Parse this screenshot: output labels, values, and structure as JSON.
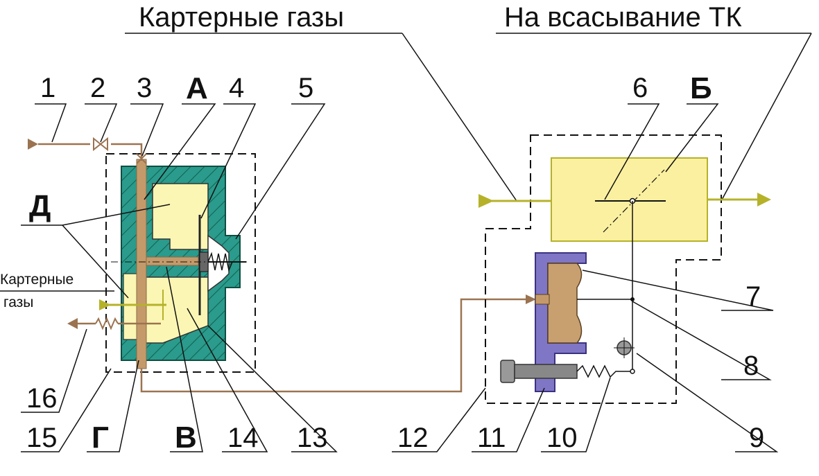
{
  "titles": {
    "crankcase_gases": "Картерные газы",
    "to_tc_intake": "На всасывание ТК"
  },
  "side_label": {
    "line1": "Картерные",
    "line2": "газы"
  },
  "numbers": {
    "n1": "1",
    "n2": "2",
    "n3": "3",
    "n4": "4",
    "n5": "5",
    "n6": "6",
    "n7": "7",
    "n8": "8",
    "n9": "9",
    "n10": "10",
    "n11": "11",
    "n12": "12",
    "n13": "13",
    "n14": "14",
    "n15": "15",
    "n16": "16"
  },
  "letters": {
    "A": "А",
    "B": "Б",
    "V": "В",
    "G": "Г",
    "D": "Д"
  },
  "colors": {
    "housing": "#2a9b8c",
    "cavity": "#fbf6b4",
    "channel": "#c59a6a",
    "pipe": "#9b7350",
    "gas_line": "#b5b22a",
    "damper_body": "#fbf0a0",
    "lever": "#8076c6",
    "lever_insert": "#c8a070",
    "bolt": "#888888"
  }
}
